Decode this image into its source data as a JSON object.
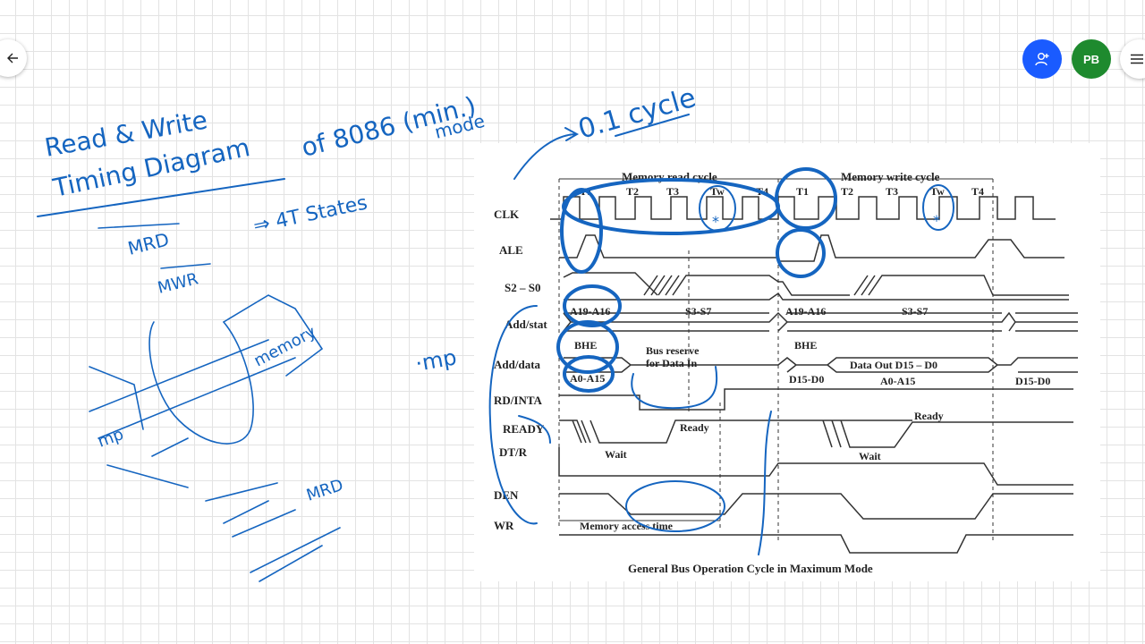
{
  "toolbar": {
    "back_icon": "arrow-left-icon",
    "add_person_icon": "add-person-icon",
    "avatar_initials": "PB",
    "menu_icon": "hamburger-icon",
    "add_person_color": "#1a5bff",
    "avatar_color": "#1e8a2e"
  },
  "diagram": {
    "caption": "General Bus Operation Cycle in Maximum Mode",
    "read_cycle_label": "Memory read cycle",
    "write_cycle_label": "Memory write cycle",
    "states": [
      "T1",
      "T2",
      "T3",
      "Tw",
      "T4",
      "T1",
      "T2",
      "T3",
      "Tw",
      "T4"
    ],
    "signals": [
      "CLK",
      "ALE",
      "S2 – S0",
      "Add/stat",
      "Add/data",
      "RD/INTA",
      "READY",
      "DT/R",
      "DEN",
      "WR"
    ],
    "labels": {
      "addr_hi_read": "A19-A16",
      "status_read": "S3-S7",
      "bhe_read": "BHE",
      "bus_reserve_1": "Bus reserve",
      "bus_reserve_2": "for Data In",
      "addr_lo_read": "A0-A15",
      "addr_hi_write": "A19-A16",
      "status_write": "S3-S7",
      "bhe_write": "BHE",
      "data_out": "Data Out D15 – D0",
      "data_in_write": "D15-D0",
      "addr_lo_write": "A0-A15",
      "data_end": "D15-D0",
      "ready_read": "Ready",
      "wait_read": "Wait",
      "ready_write": "Ready",
      "wait_write": "Wait",
      "access_time": "Memory access time"
    }
  },
  "ink": {
    "title_line1": "Read & Write",
    "title_line2": "Timing Diagram",
    "title_part2": "of 8086 (min.)",
    "title_part3": "mode",
    "t_states_note": "⇒ 4T States",
    "mrd": "MRD",
    "mwr": "MWR",
    "memory": "memory",
    "mp_small": "mp",
    "mp_side": "·mp",
    "mrd_bottom": "MRD",
    "cycle_note": "0.1 cycle",
    "star": "*",
    "color": "#1565c0"
  }
}
